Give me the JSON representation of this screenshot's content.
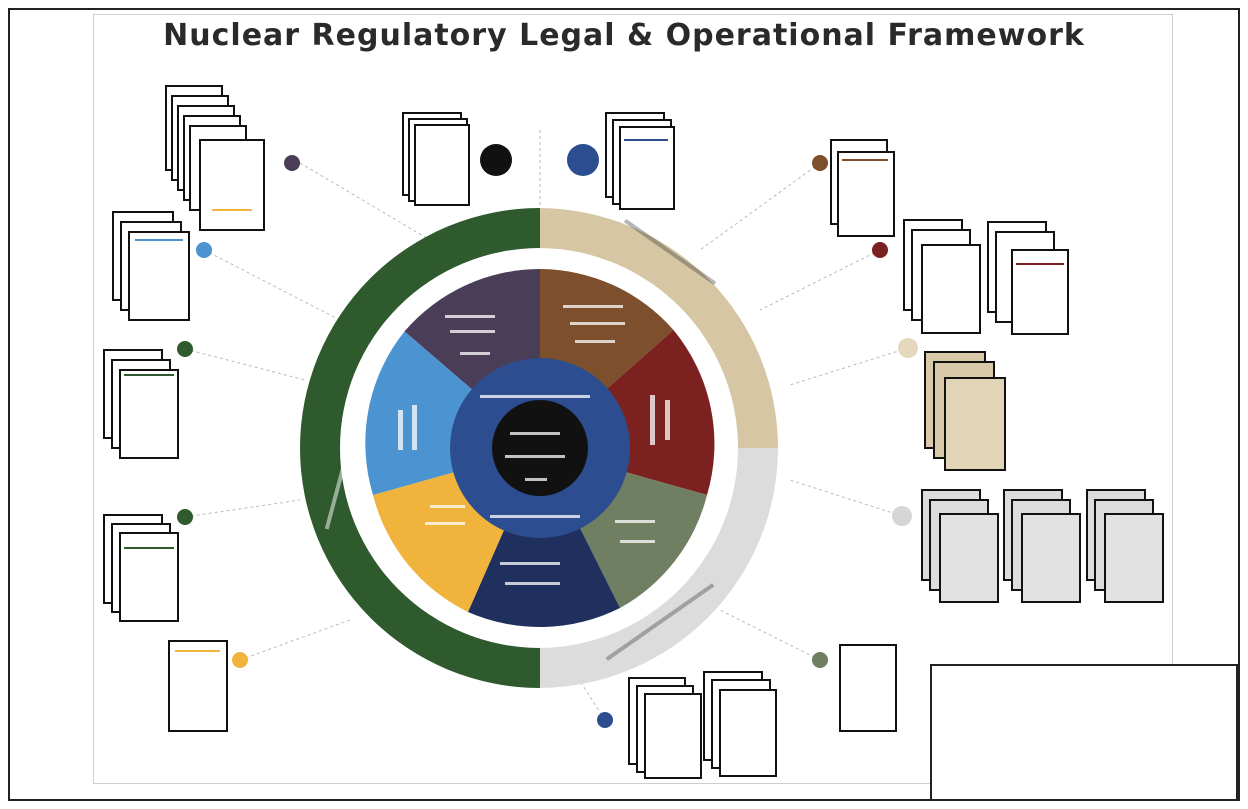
{
  "title": "Nuclear Regulatory Legal & Operational Framework",
  "colors": {
    "outer_green": "#2f5a2e",
    "outer_tan": "#d6c6a3",
    "outer_gray": "#dcdcdc",
    "center": "#111111",
    "inner_ring": "#2c4d8f",
    "purple": "#4a3d57",
    "brown": "#7d4f2c",
    "red": "#7b2220",
    "olive": "#707e62",
    "navy": "#1f2f5e",
    "yellow": "#f0b43d",
    "blue": "#4b94d1"
  },
  "document_groups": [
    {
      "id": "purple-stack",
      "color": "#4a3d57"
    },
    {
      "id": "blue-stack",
      "color": "#4b94d1"
    },
    {
      "id": "green-stack-1",
      "color": "#2f5a2e"
    },
    {
      "id": "green-stack-2",
      "color": "#2f5a2e"
    },
    {
      "id": "yellow-doc",
      "color": "#f0b43d"
    },
    {
      "id": "black-stack",
      "color": "#111111"
    },
    {
      "id": "navy-stack",
      "color": "#2c4d8f"
    },
    {
      "id": "brown-stack",
      "color": "#7d4f2c"
    },
    {
      "id": "red-stacks",
      "color": "#7b2220"
    },
    {
      "id": "tan-stack",
      "color": "#d6c6a3"
    },
    {
      "id": "gray-stacks",
      "color": "#dcdcdc"
    },
    {
      "id": "olive-doc",
      "color": "#707e62"
    },
    {
      "id": "bottom-stacks",
      "color": "#2c4d8f"
    }
  ]
}
